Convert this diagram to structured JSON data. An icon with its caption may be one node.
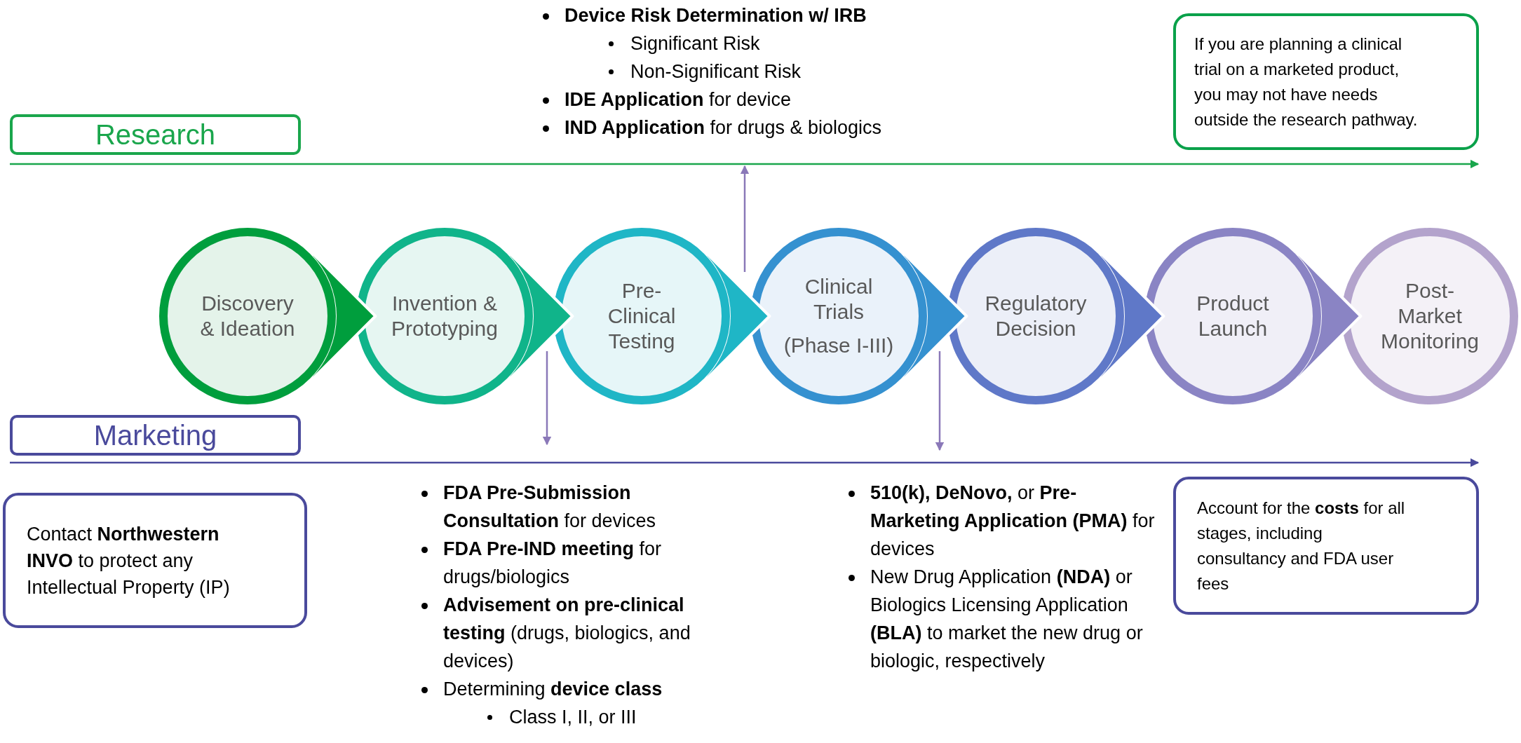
{
  "diagram": {
    "nodes": [
      {
        "text": [
          "Research"
        ]
      },
      {
        "text": [
          "Marketing"
        ]
      },
      {
        "text": [
          "Discovery & Ideation"
        ]
      },
      {
        "text": [
          "Invention & Prototyping"
        ]
      },
      {
        "text": [
          "Pre-Clinical Testing"
        ]
      },
      {
        "text": [
          "Clinical Trials",
          "(Phase I-III)"
        ]
      },
      {
        "text": [
          "Regulatory Decision"
        ]
      },
      {
        "text": [
          "Product Launch"
        ]
      },
      {
        "text": [
          "Post-Market Monitoring"
        ]
      },
      {
        "text": [
          "If you are planning a clinical trial on a marketed product, you may not have needs outside the research pathway."
        ]
      },
      {
        "text": [
          "Contact **Northwestern INVO** to protect any Intellectual Property (IP)"
        ]
      },
      {
        "text": [
          "Account for the **costs** for all stages, including consultancy and FDA user fees"
        ]
      }
    ],
    "edges": [
      {
        "from": 2,
        "to": 3,
        "arrow": "to"
      },
      {
        "from": 3,
        "to": 4,
        "arrow": "to"
      },
      {
        "from": 4,
        "to": 5,
        "arrow": "to"
      },
      {
        "from": 5,
        "to": 6,
        "arrow": "to"
      },
      {
        "from": 6,
        "to": 7,
        "arrow": "to"
      },
      {
        "from": 7,
        "to": 8,
        "arrow": "to"
      },
      {
        "from": 5,
        "to": null,
        "arrow": "to"
      },
      {
        "from": 4,
        "to": null,
        "arrow": "to"
      },
      {
        "from": 6,
        "to": null,
        "arrow": "to"
      },
      {
        "from": 0,
        "to": 9,
        "arrow": "to",
        "color": "#1aa64c"
      },
      {
        "from": 1,
        "to": 11,
        "arrow": "to",
        "color": "#4a4a9c"
      }
    ],
    "labels": [
      "Device Risk Determination w/ IRB",
      "Significant Risk",
      "Non-Significant Risk",
      "**IDE Application** for device",
      "**IND Application** for drugs & biologics",
      "**FDA Pre-Submission Consultation** for devices",
      "**FDA Pre-IND meeting** for drugs/biologics",
      "**Advisement on pre-clinical testing** (drugs, biologics, and devices)",
      "Determining **device class**",
      "Class I, II, or III",
      "**510(k), DeNovo,** or **Pre-Marketing Application (PMA)** for devices",
      "New Drug Application **(NDA)** or Biologics Licensing Application **(BLA)** to market the new drug or biologic, respectively"
    ]
  }
}
